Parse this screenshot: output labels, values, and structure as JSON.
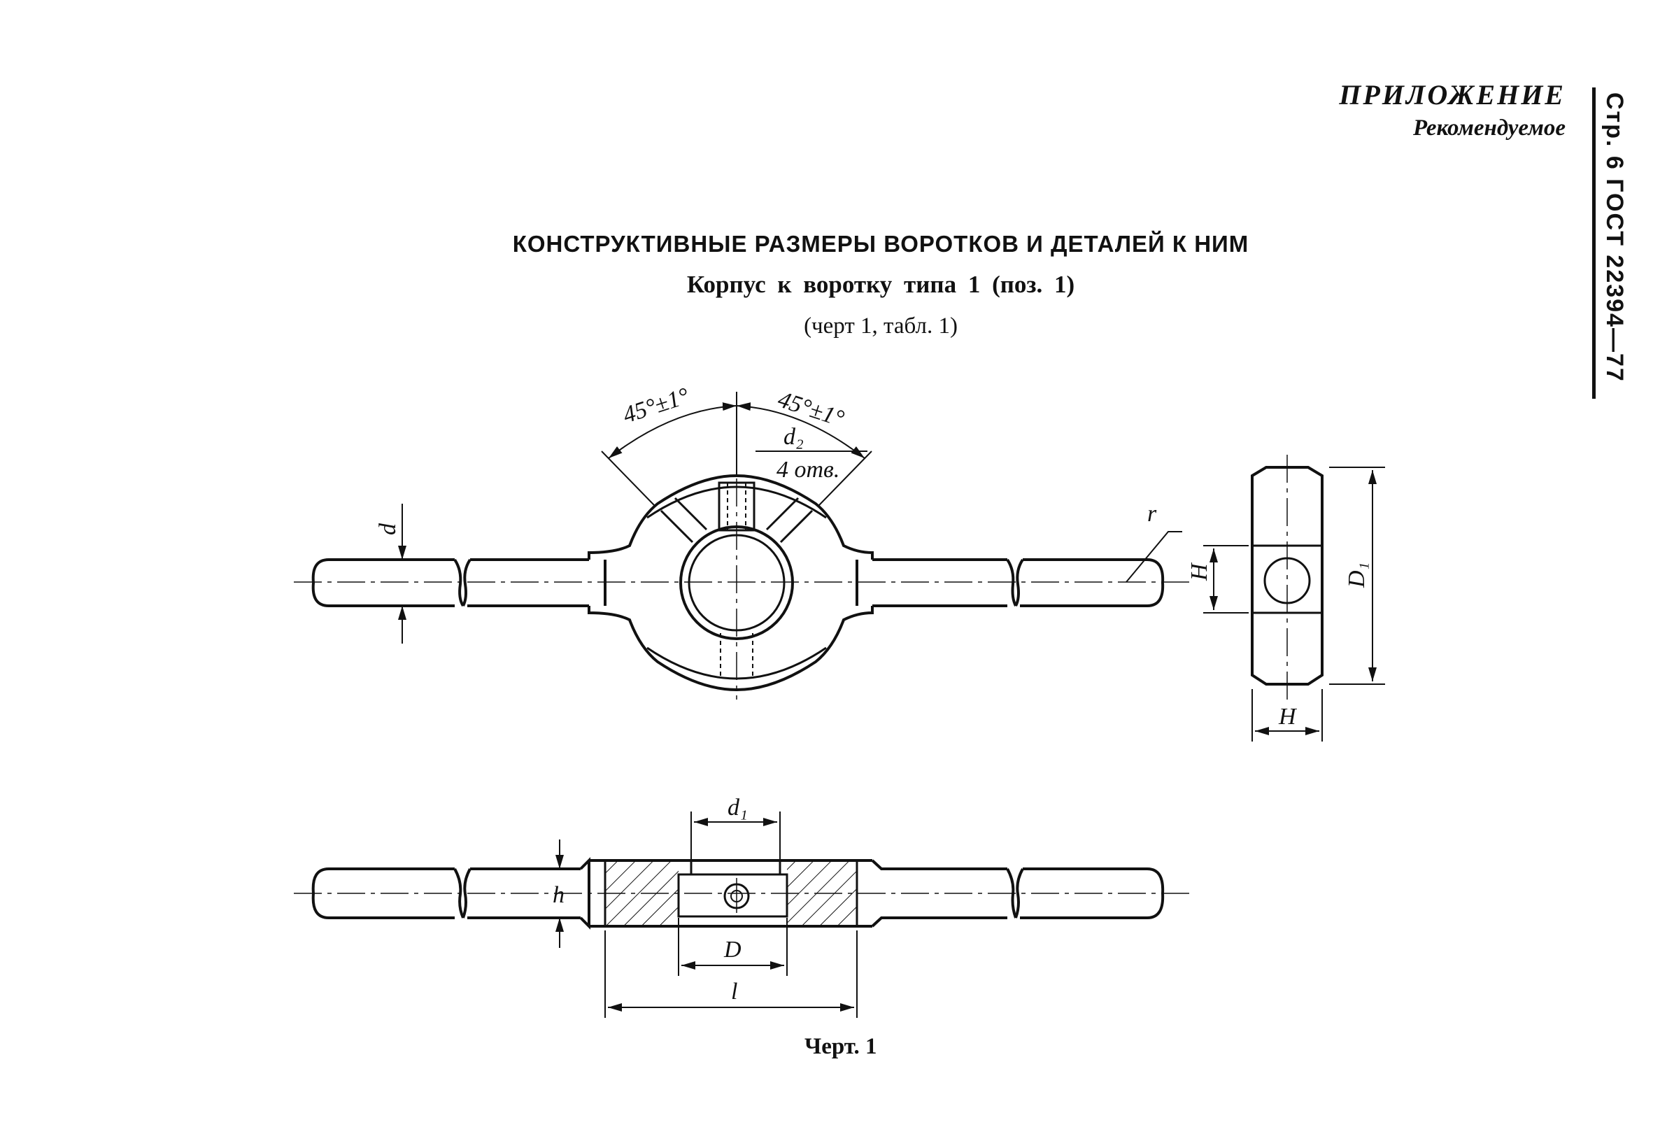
{
  "appendix": {
    "title": "ПРИЛОЖЕНИЕ",
    "subtitle": "Рекомендуемое"
  },
  "side_header": "Стр. 6 ГОСТ 22394—77",
  "heading": "КОНСТРУКТИВНЫЕ РАЗМЕРЫ ВОРОТКОВ И ДЕТАЛЕЙ К НИМ",
  "subheading": "Корпус к воротку типа 1 (поз. 1)",
  "reference": "(черт 1, табл. 1)",
  "drawing_labels": {
    "angle_left": "45°±1°",
    "angle_right": "45°±1°",
    "d2": "d₂",
    "holes": "4 отв.",
    "d": "d",
    "r": "r",
    "H_side": "H",
    "H_bottom": "H",
    "D1": "D₁",
    "d1": "d₁",
    "h": "h",
    "D": "D",
    "l": "l"
  },
  "figure_caption": "Черт. 1"
}
